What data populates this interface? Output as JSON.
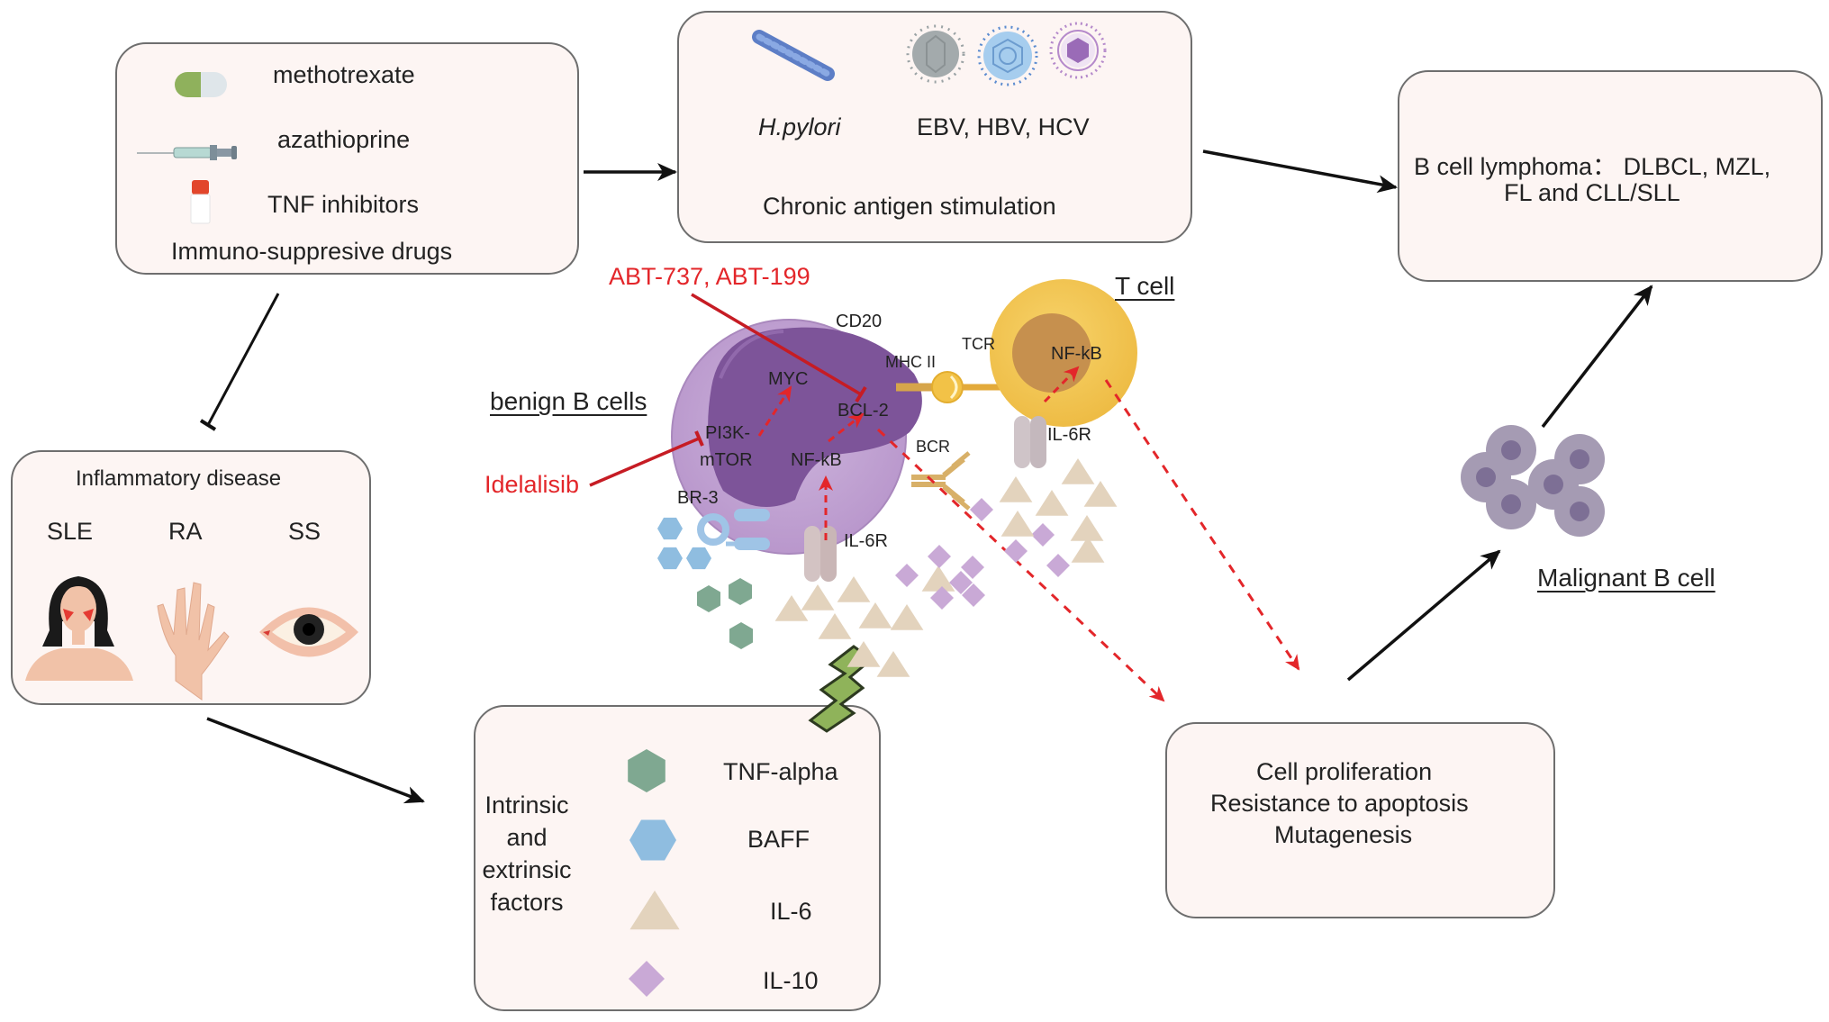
{
  "drugs_box": {
    "items": [
      {
        "label": "methotrexate",
        "icon": "capsule-icon"
      },
      {
        "label": "azathioprine",
        "icon": "syringe-icon"
      },
      {
        "label": "TNF inhibitors",
        "icon": "vial-icon"
      }
    ],
    "title": "Immuno-suppresive drugs"
  },
  "antigen_box": {
    "bacterium_label": "H.pylori",
    "viruses_label": "EBV, HBV, HCV",
    "title": "Chronic antigen stimulation"
  },
  "lymphoma_box": {
    "line1": "B cell lymphoma： DLBCL, MZL,",
    "line2": "FL and CLL/SLL"
  },
  "inflammatory_box": {
    "title": "Inflammatory disease",
    "diseases": [
      {
        "label": "SLE",
        "icon": "woman-butterfly-rash-icon"
      },
      {
        "label": "RA",
        "icon": "deformed-hand-icon"
      },
      {
        "label": "SS",
        "icon": "dry-eye-icon"
      }
    ]
  },
  "factors_box": {
    "title_lines": [
      "Intrinsic",
      "and",
      "extrinsic",
      "factors"
    ],
    "legend": [
      {
        "label": "TNF-alpha",
        "shape": "hexagon",
        "color": "#7fa891"
      },
      {
        "label": "BAFF",
        "shape": "hexagon",
        "color": "#8fbde0"
      },
      {
        "label": "IL-6",
        "shape": "triangle",
        "color": "#e3d3bd"
      },
      {
        "label": "IL-10",
        "shape": "diamond",
        "color": "#c9a9d6"
      }
    ]
  },
  "outcome_box": {
    "lines": [
      "Cell proliferation",
      "Resistance to apoptosis",
      "Mutagenesis"
    ]
  },
  "bcell": {
    "title": "benign B cells",
    "labels": {
      "cd20": "CD20",
      "mhc2": "MHC II",
      "myc": "MYC",
      "bcl2": "BCL-2",
      "pi3k": "PI3K-",
      "mtor": "mTOR",
      "nfkb": "NF-kB",
      "bcr": "BCR",
      "br3": "BR-3",
      "il6r": "IL-6R"
    }
  },
  "tcell": {
    "title": "T cell",
    "labels": {
      "tcr": "TCR",
      "nfkb": "NF-kB",
      "il6r": "IL-6R"
    }
  },
  "inhibitors": {
    "abt": "ABT-737, ABT-199",
    "idelalisib": "Idelalisib"
  },
  "malignant": {
    "title": "Malignant B cell"
  },
  "colors": {
    "box_fill": "#fdf5f3",
    "box_border": "#6e6e6e",
    "inhibitor_red": "#e3262a",
    "bcell_outer": "#c4a8d4",
    "bcell_nucleus": "#7d5499",
    "tcell": "#f3c958",
    "tcell_nucleus": "#c6904e"
  }
}
